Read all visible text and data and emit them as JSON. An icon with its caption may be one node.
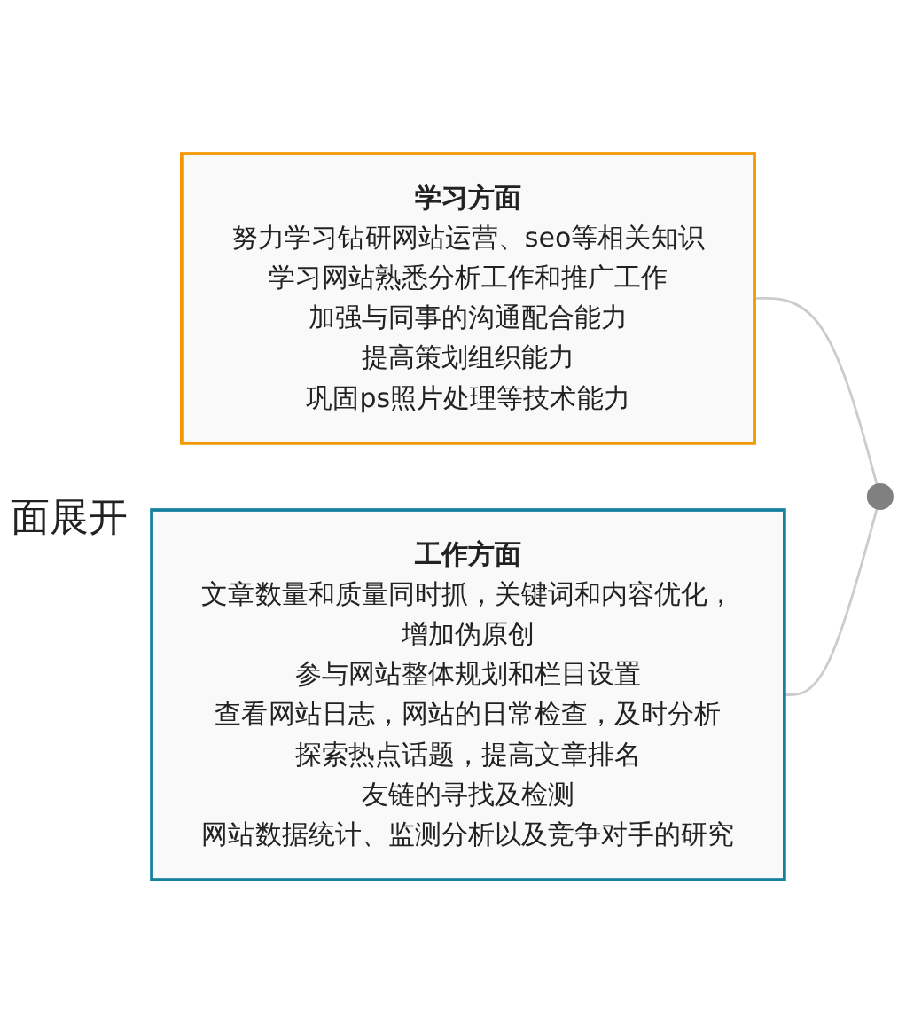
{
  "diagram": {
    "nodes": [
      {
        "text": [
          "学习方面",
          "努力学习钻研网站运营、seo等相关知识",
          "学习网站熟悉分析工作和推广工作",
          "加强与同事的沟通配合能力",
          "提高策划组织能力",
          "巩固ps照片处理等技术能力"
        ]
      },
      {
        "text": [
          "工作方面",
          "文章数量和质量同时抓，关键词和内容优化，增加伪原创",
          "参与网站整体规划和栏目设置",
          "查看网站日志，网站的日常检查，及时分析",
          "探索热点话题，提高文章排名",
          "友链的寻找及检测",
          "网站数据统计、监测分析以及竞争对手的研究"
        ]
      },
      {
        "text": [],
        "shape": "circle"
      }
    ],
    "edges": [
      {
        "from": 2,
        "to": 0,
        "arrow": "none"
      },
      {
        "from": 2,
        "to": 1,
        "arrow": "none"
      }
    ],
    "labels": [
      "面展开"
    ]
  }
}
